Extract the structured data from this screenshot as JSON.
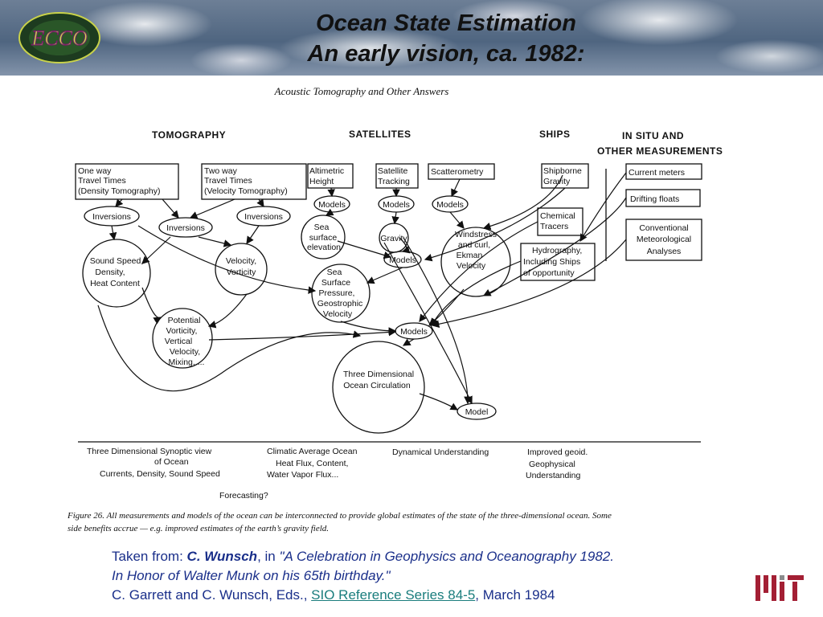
{
  "slide": {
    "title_line1": "Ocean State Estimation",
    "title_line2": "An early vision, ca. 1982:"
  },
  "diagram": {
    "header": "Acoustic Tomography and Other Answers",
    "columns": {
      "tomography": "TOMOGRAPHY",
      "satellites": "SATELLITES",
      "ships": "SHIPS",
      "insitu_1": "IN SITU   AND",
      "insitu_2": "OTHER MEASUREMENTS"
    },
    "boxes": {
      "oneway_1": "One way",
      "oneway_2": "Travel Times",
      "oneway_3": "(Density Tomography)",
      "twoway_1": "Two way",
      "twoway_2": "Travel Times",
      "twoway_3": "(Velocity Tomography)",
      "altimetric_1": "Altimetric",
      "altimetric_2": "Height",
      "sattrack_1": "Satellite",
      "sattrack_2": "Tracking",
      "scatterometry": "Scatterometry",
      "shipborne_1": "Shipborne",
      "shipborne_2": "Gravity",
      "chemical_1": "Chemical",
      "chemical_2": "Tracers",
      "hydro_1": "Hydrography,",
      "hydro_2": "Including Ships",
      "hydro_3": "of opportunity",
      "current_meters": "Current meters",
      "drifting_floats": "Drifting floats",
      "conventional_1": "Conventional",
      "conventional_2": "Meteorological",
      "conventional_3": "Analyses"
    },
    "nodes": {
      "inversions": "Inversions",
      "models": "Models",
      "gravity": "Gravity",
      "model": "Model",
      "soundspeed_1": "Sound Speed,",
      "soundspeed_2": "Density,",
      "soundspeed_3": "Heat Content",
      "velocity_1": "Velocity,",
      "velocity_2": "Vorticity",
      "seasurf_1": "Sea",
      "seasurf_2": "surface",
      "seasurf_3": "elevation",
      "windstress_1": "Windstress",
      "windstress_2": "and curl,",
      "windstress_3": "Ekman",
      "windstress_4": "Velocity",
      "seapress_1": "Sea",
      "seapress_2": "Surface",
      "seapress_3": "Pressure,",
      "seapress_4": "Geostrophic",
      "seapress_5": "Velocity",
      "potential_1": "Potential",
      "potential_2": "Vorticity,",
      "potential_3": "Vertical",
      "potential_4": "Velocity,",
      "potential_5": "Mixing,....",
      "threed_1": "Three Dimensional",
      "threed_2": "Ocean Circulation"
    },
    "outputs": {
      "out1_1": "Three Dimensional  Synoptic view",
      "out1_2": "of Ocean",
      "out1_3": "Currents, Density, Sound Speed",
      "out2_1": "Climatic Average Ocean",
      "out2_2": "Heat Flux, Content,",
      "out2_3": "Water Vapor Flux...",
      "out3": "Dynamical  Understanding",
      "out4_1": "Improved geoid.",
      "out4_2": "Geophysical",
      "out4_3": "Understanding",
      "forecasting": "Forecasting?"
    },
    "caption_1": "Figure 26.  All measurements and models of the ocean can be interconnected to provide global estimates of the state of the three-dimensional ocean.  Some",
    "caption_2": "side benefits accrue — e.g. improved estimates of the earth’s gravity field."
  },
  "credit": {
    "taken_from": "Taken from: ",
    "author": "C. Wunsch",
    "in_text": ", in ",
    "work_1": "\"A Celebration in Geophysics and Oceanography 1982.",
    "work_2": "In Honor of Walter Munk on his 65th birthday.\"",
    "editors": "C. Garrett and C. Wunsch, Eds., ",
    "series_link": "SIO Reference Series 84-5",
    "date": ", March 1984"
  },
  "logos": {
    "ecco": "ECCO",
    "mit": "MIT"
  },
  "colors": {
    "title": "#111111",
    "credit": "#1a2f8a",
    "link": "#1a7d7d",
    "mit_red": "#a31f34"
  }
}
